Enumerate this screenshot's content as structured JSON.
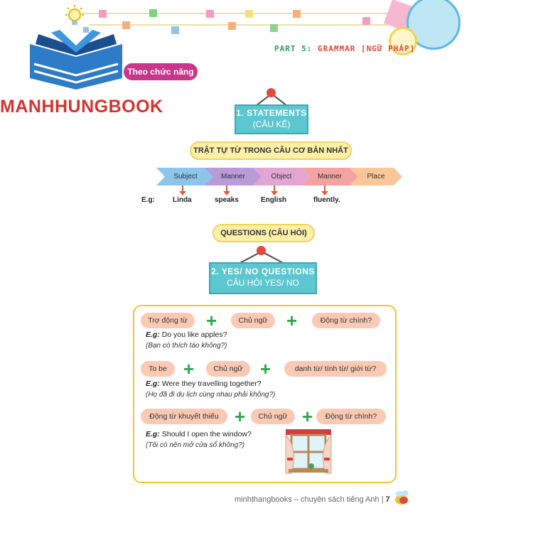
{
  "header": {
    "part_prefix": "PART 5:",
    "part_text": "GRAMMAR [NGỮ PHÁP]"
  },
  "badge": {
    "label": "Theo chức năng"
  },
  "watermark": {
    "text": "MANHHUNGBOOK"
  },
  "statements": {
    "title": "1. STATEMENTS",
    "subtitle": "(CÂU KỂ)",
    "order_title": "TRẬT TỰ TỪ TRONG CÂU CƠ BẢN NHẤT",
    "order": [
      "Subject",
      "Manner",
      "Object",
      "Manner",
      "Place"
    ],
    "example_label": "E.g:",
    "example_words": [
      "Linda",
      "speaks",
      "English",
      "fluently."
    ]
  },
  "questions_pill": "QUESTIONS (CÂU HỎI)",
  "yesno": {
    "title": "2. YES/ NO QUESTIONS",
    "subtitle": "CÂU HỎI YES/ NO"
  },
  "patterns": [
    {
      "parts": [
        "Trợ động từ",
        "Chủ ngữ",
        "Động từ chính?"
      ],
      "eg_label": "E.g:",
      "eg_text": "Do you like apples?",
      "translation": "(Bạn có thích táo không?)"
    },
    {
      "parts": [
        "To be",
        "Chủ ngữ",
        "danh từ/ tính từ/ giới từ?"
      ],
      "eg_label": "E.g:",
      "eg_text": "Were they travelling together?",
      "translation": "(Họ đã đi du lịch cùng nhau phải không?)"
    },
    {
      "parts": [
        "Động từ khuyết thiếu",
        "Chủ ngữ",
        "Động từ chính?"
      ],
      "eg_label": "E.g:",
      "eg_text": "Should I open the window?",
      "translation": "(Tôi có nên mở cửa sổ không?)"
    }
  ],
  "plus_symbol": "+",
  "footer": {
    "text": "minhthangbooks – chuyên sách tiếng Anh |",
    "page": "7"
  },
  "colors": {
    "teal_board": "#5cc7d0",
    "chevron": [
      "#8ec5ea",
      "#b99bd8",
      "#e3a6d3",
      "#f4a3a3",
      "#fbc79a"
    ]
  }
}
